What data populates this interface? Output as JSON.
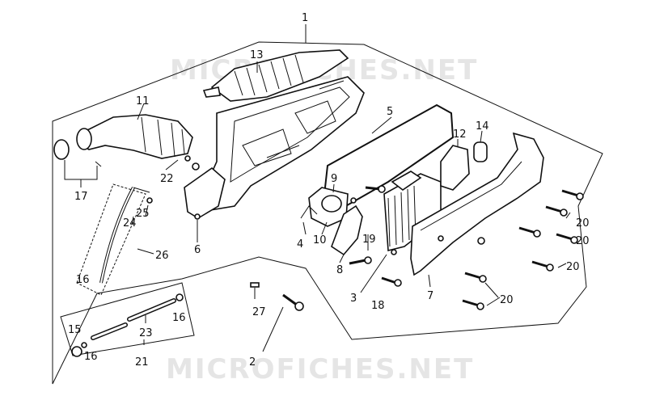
{
  "watermark": {
    "top": "MICROFICHES.NET",
    "bottom": "MICROFICHES.NET"
  },
  "callouts": {
    "n1": "1",
    "n2": "2",
    "n3": "3",
    "n4": "4",
    "n5": "5",
    "n6": "6",
    "n7": "7",
    "n8": "8",
    "n9": "9",
    "n10": "10",
    "n11": "11",
    "n12": "12",
    "n13": "13",
    "n14": "14",
    "n15": "15",
    "n16a": "16",
    "n16b": "16",
    "n16c": "16",
    "n17": "17",
    "n18": "18",
    "n19": "19",
    "n20a": "20",
    "n20b": "20",
    "n20c": "20",
    "n20d": "20",
    "n21": "21",
    "n22": "22",
    "n23": "23",
    "n24": "24",
    "n25": "25",
    "n26": "26",
    "n27": "27"
  }
}
